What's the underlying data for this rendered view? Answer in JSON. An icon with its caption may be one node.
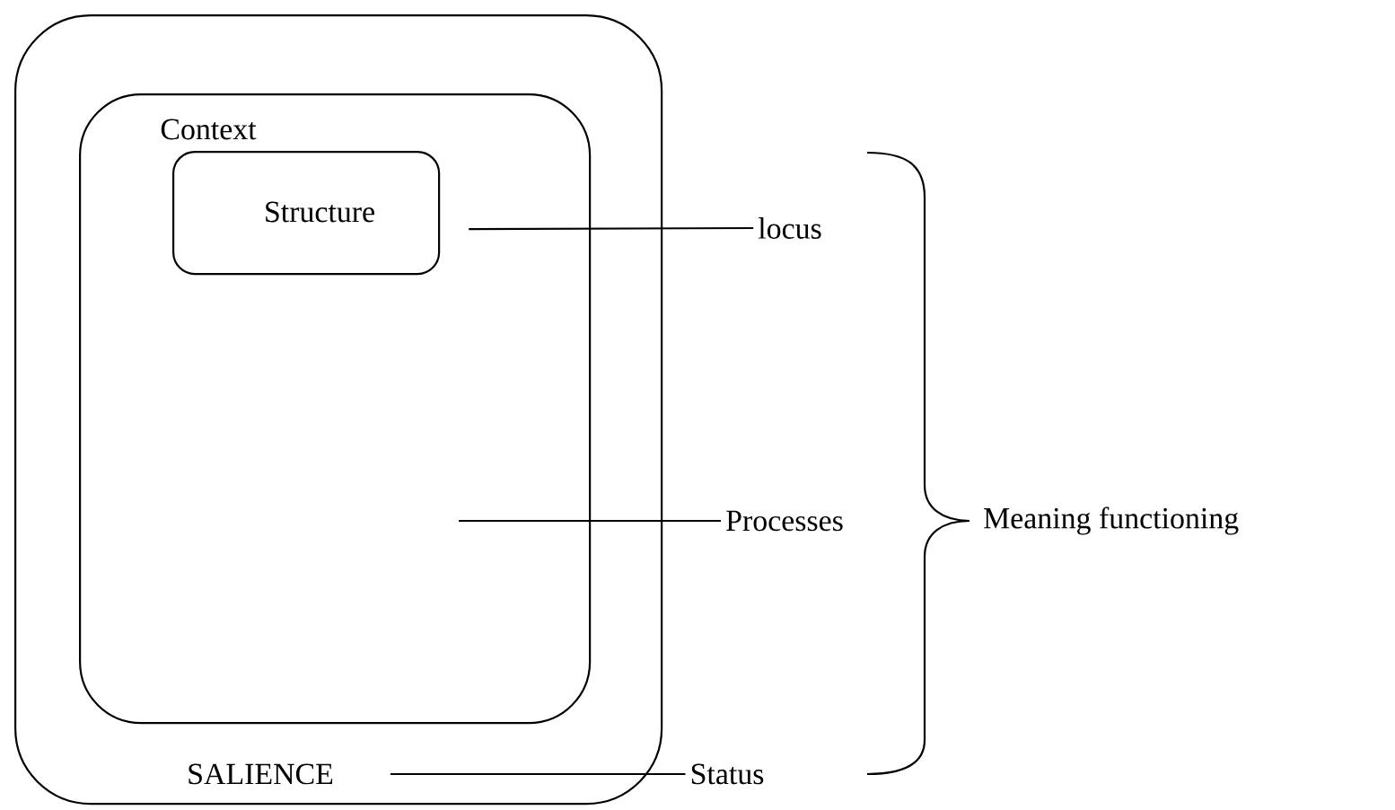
{
  "diagram": {
    "nodes": [
      {
        "text": [
          "SALIENCE"
        ]
      },
      {
        "text": [
          "Context"
        ],
        "in": 0
      },
      {
        "text": [
          "Structure"
        ],
        "in": 1
      },
      {
        "text": [
          "locus"
        ]
      },
      {
        "text": [
          "Processes"
        ]
      },
      {
        "text": [
          "Status"
        ]
      }
    ],
    "edges": [
      {
        "from": 2,
        "to": 3,
        "arrow": "none"
      },
      {
        "from": null,
        "to": 4,
        "arrow": "none"
      },
      {
        "from": 0,
        "to": 5,
        "arrow": "none"
      }
    ],
    "labels": [
      "Meaning functioning"
    ]
  }
}
